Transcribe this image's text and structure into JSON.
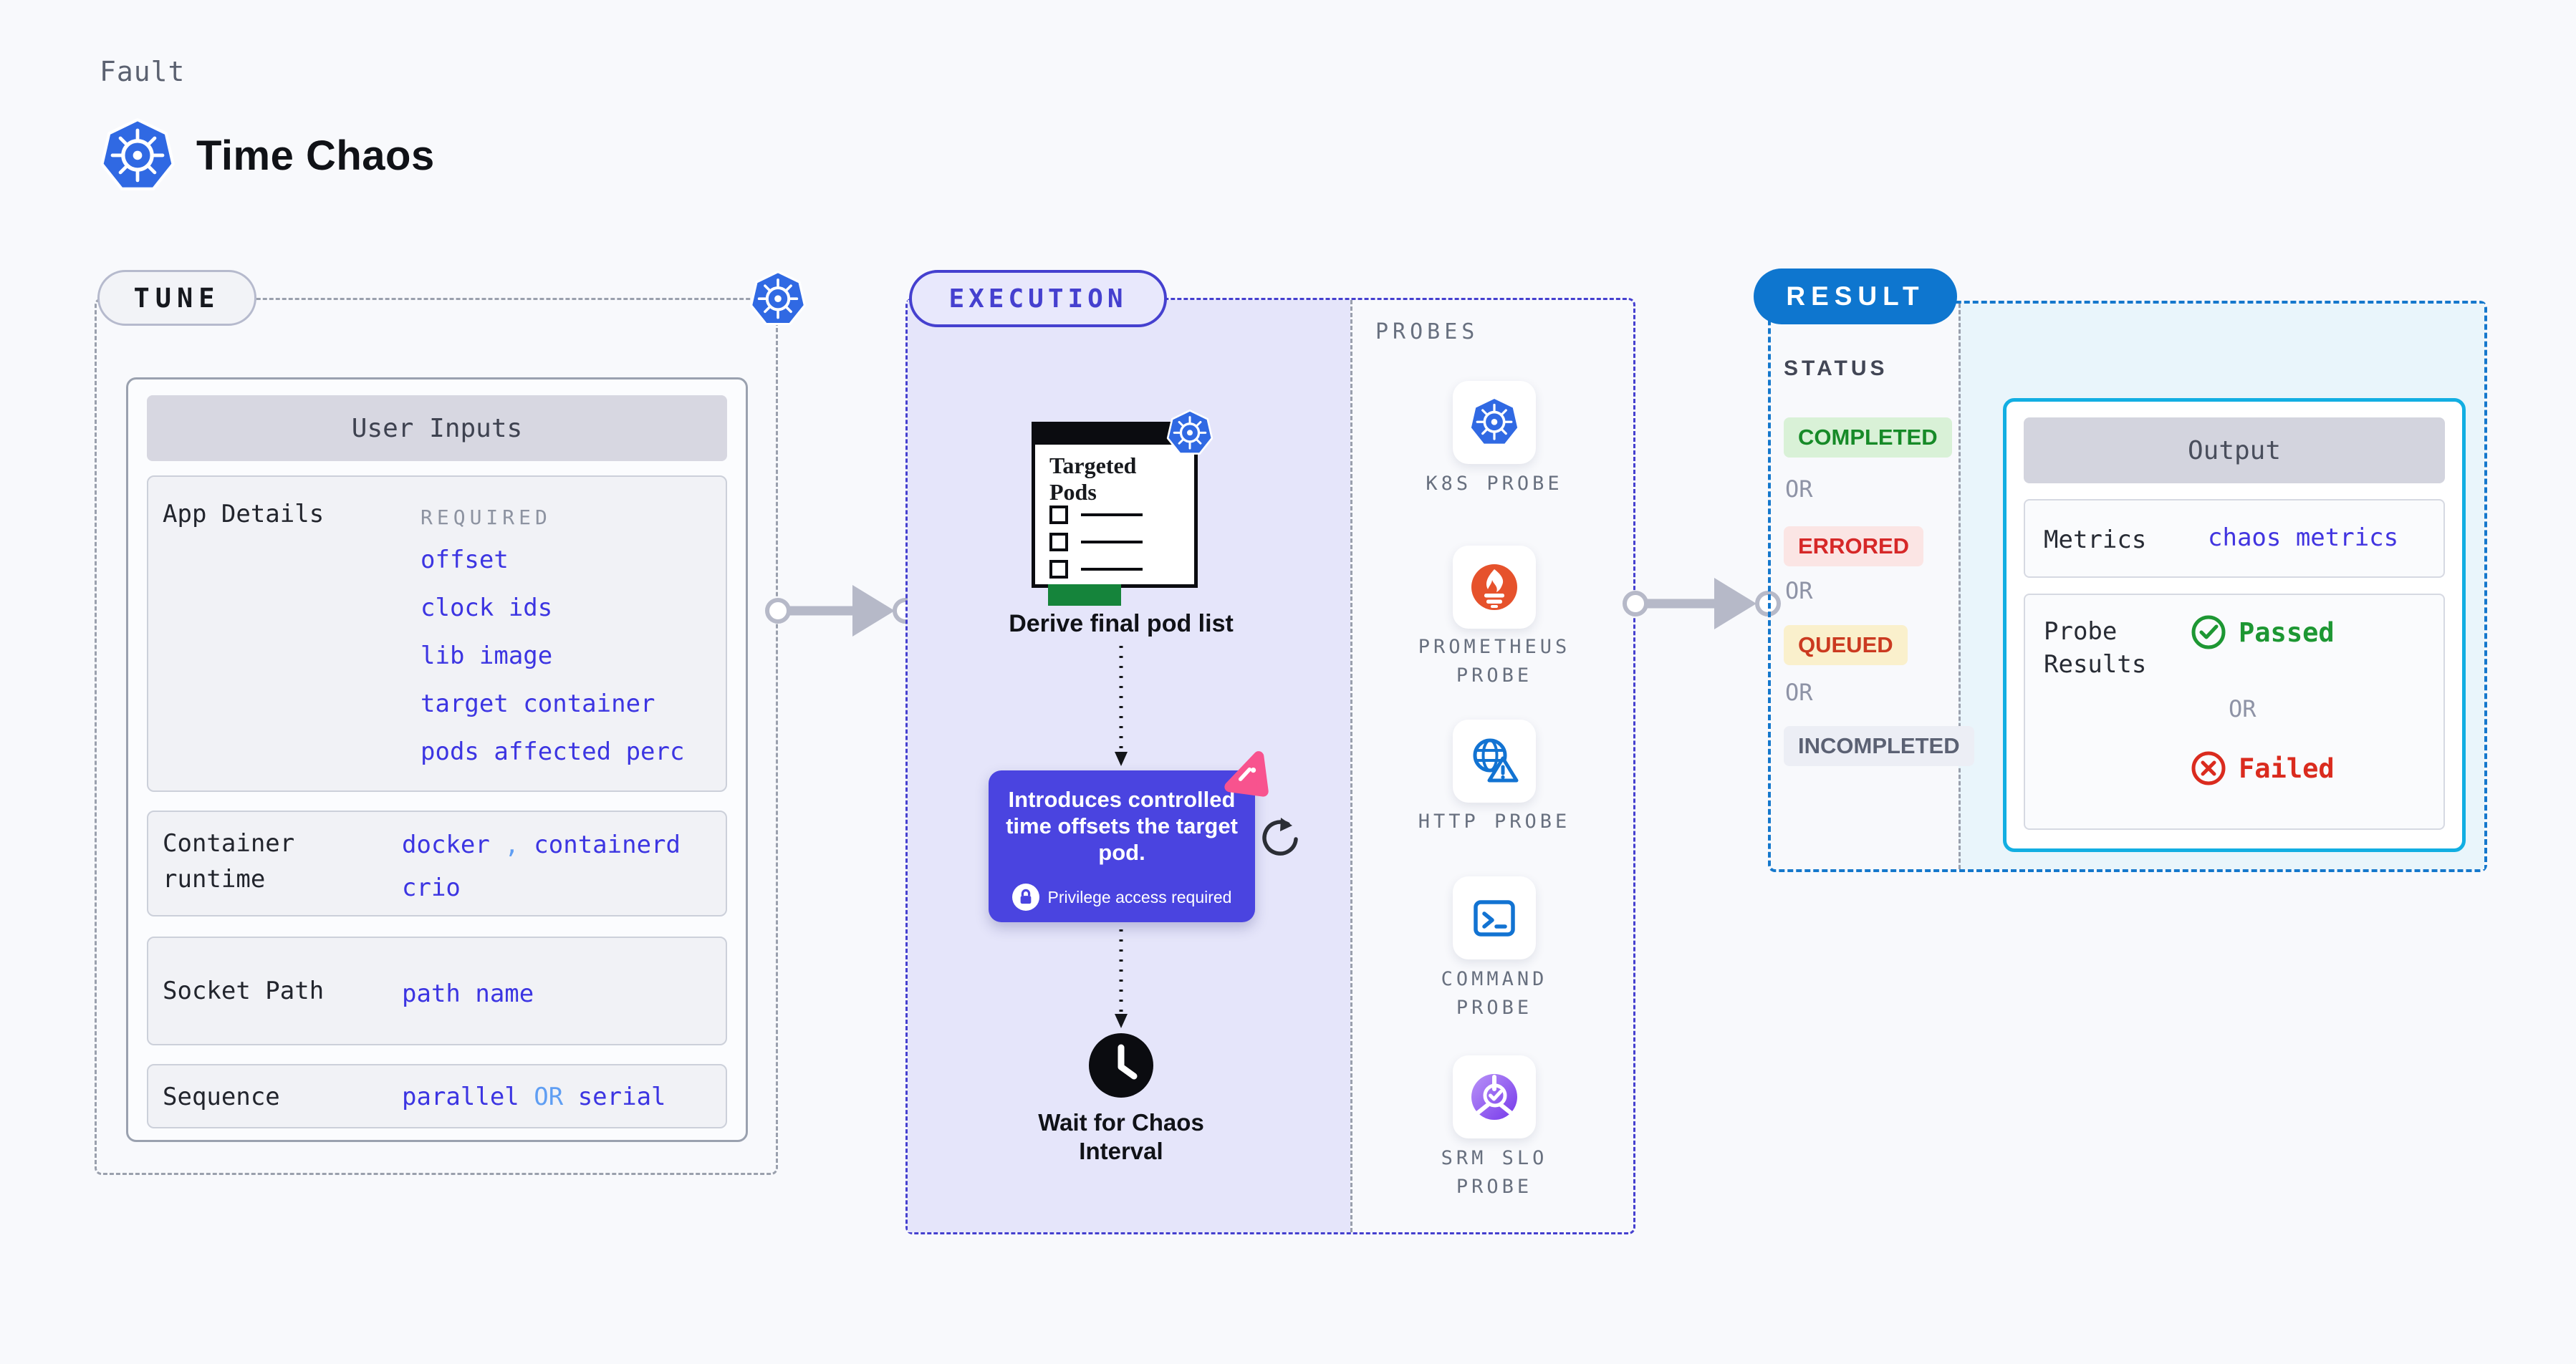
{
  "colors": {
    "page-bg": "#f8f9fc",
    "ink": "#101217",
    "gray-text": "#5b6170",
    "panel-border": "#9aa0ad",
    "pill-gray-bg": "#f2f3f7",
    "pill-gray-border": "#b6bacd",
    "box-border": "#9aa1af",
    "box-bg": "#fbfcfe",
    "header-bar-bg": "#d7d7e1",
    "row-bg": "#f1f2f6",
    "row-border": "#ccd0da",
    "label-ink": "#22252d",
    "muted": "#8d93a1",
    "value-blue": "#3c35e2",
    "accent-blue": "#5f9ef3",
    "exec-purple": "#4540cf",
    "exec-pill-bg": "#e8e8fc",
    "exec-area-bg": "#e5e5fa",
    "tooltip-bg": "#4a44e0",
    "pink": "#f8538e",
    "k8s-blue": "#3069e3",
    "prometheus-orange": "#e6522c",
    "probe-blue": "#1273d2",
    "probe-label": "#68707f",
    "result-blue": "#0e76cf",
    "result-border": "#1578cc",
    "status-ink": "#424655",
    "green": "#1d9733",
    "green-bg": "#d9f1d7",
    "red": "#d62828",
    "red-bg": "#fbe5e4",
    "queued-red": "#cb3a20",
    "yellow-bg": "#faf0cc",
    "neutral-bg": "#eceef5",
    "neutral-ink": "#5b6173",
    "or-gray": "#8e93a6",
    "cyan-border": "#12aee2",
    "cyan-bg": "#e9f5fb",
    "output-header-bg": "#d3d4de",
    "arrow-gray": "#b6b9c8",
    "green-bar": "#15843b",
    "black": "#0b0c10"
  },
  "header": {
    "eyebrow": "Fault",
    "title": "Time Chaos"
  },
  "tune": {
    "badge": "TUNE",
    "user_inputs_title": "User Inputs",
    "app_details": {
      "label": "App Details",
      "tag": "REQUIRED",
      "values": [
        "offset",
        "clock ids",
        "lib image",
        "target container",
        "pods affected perc"
      ]
    },
    "runtime": {
      "label_l1": "Container",
      "label_l2": "runtime",
      "v1": "docker",
      "sep": ",",
      "v2": "containerd",
      "v3": "crio"
    },
    "socket": {
      "label": "Socket Path",
      "value": "path name"
    },
    "sequence": {
      "label": "Sequence",
      "v1": "parallel",
      "or": "OR",
      "v2": "serial"
    }
  },
  "execution": {
    "badge": "EXECUTION",
    "pods_card": {
      "l1": "Targeted",
      "l2": "Pods"
    },
    "derive_label": "Derive final pod list",
    "tooltip": {
      "text": "Introduces controlled time offsets the target pod.",
      "privilege": "Privilege access required"
    },
    "wait": {
      "l1": "Wait for Chaos",
      "l2": "Interval"
    }
  },
  "probes": {
    "title": "PROBES",
    "items": [
      {
        "label": "K8S PROBE",
        "icon": "kubernetes-icon"
      },
      {
        "label": "PROMETHEUS PROBE",
        "icon": "prometheus-icon"
      },
      {
        "label": "HTTP PROBE",
        "icon": "http-globe-icon"
      },
      {
        "label": "COMMAND PROBE",
        "icon": "terminal-icon"
      },
      {
        "label": "SRM SLO PROBE",
        "icon": "srm-slo-icon"
      }
    ]
  },
  "result": {
    "badge": "RESULT",
    "status_title": "STATUS",
    "or": "OR",
    "statuses": [
      {
        "label": "COMPLETED"
      },
      {
        "label": "ERRORED"
      },
      {
        "label": "QUEUED"
      },
      {
        "label": "INCOMPLETED"
      }
    ],
    "output": {
      "title": "Output",
      "metrics_label": "Metrics",
      "metrics_value": "chaos metrics",
      "probe_label_l1": "Probe",
      "probe_label_l2": "Results",
      "passed": "Passed",
      "or": "OR",
      "failed": "Failed"
    }
  }
}
